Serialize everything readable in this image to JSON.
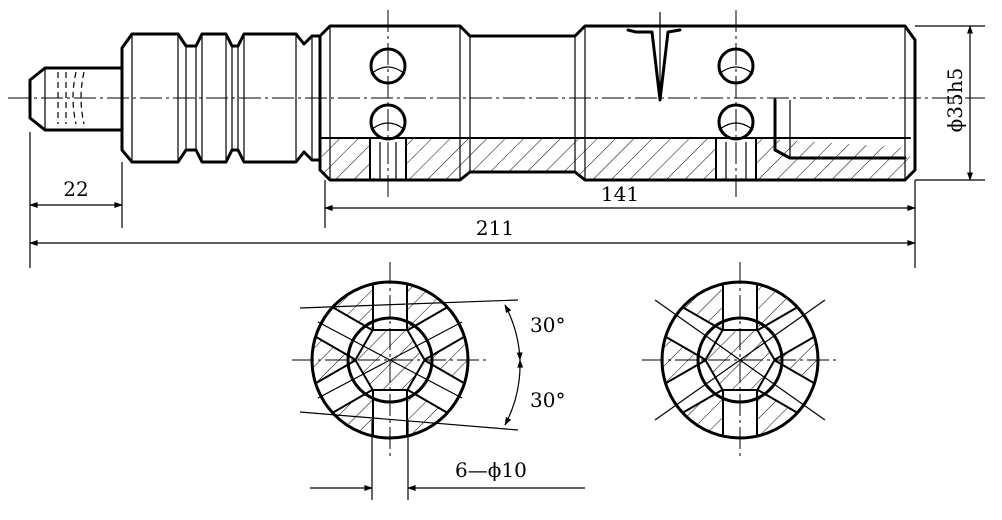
{
  "dimensions": {
    "d_left": "22",
    "d_141": "141",
    "d_211": "211",
    "d_diameter": "ϕ35h5",
    "angle_top": "30°",
    "angle_bottom": "30°",
    "holes": "6—ϕ10"
  }
}
